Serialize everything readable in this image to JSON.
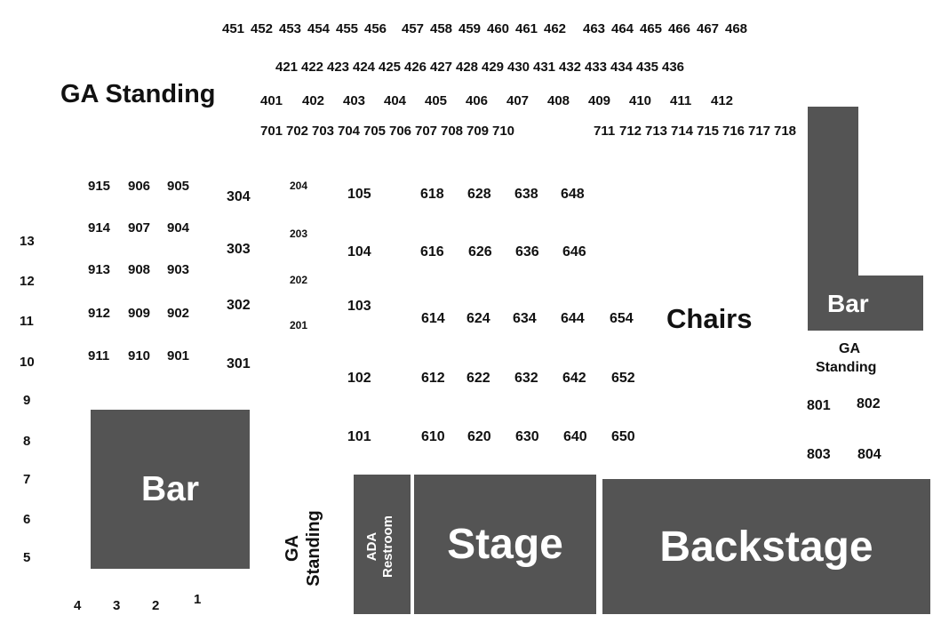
{
  "areas": {
    "ga_top_left": "GA Standing",
    "chairs": "Chairs",
    "bar_left": "Bar",
    "bar_right": "Bar",
    "ga_right_line1": "GA",
    "ga_right_line2": "Standing",
    "ga_bottom_line1": "GA",
    "ga_bottom_line2": "Standing",
    "ada_line1": "ADA",
    "ada_line2": "Restroom",
    "stage": "Stage",
    "backstage": "Backstage"
  },
  "sections": {
    "row450s": [
      "451",
      "452",
      "453",
      "454",
      "455",
      "456",
      "457",
      "458",
      "459",
      "460",
      "461",
      "462",
      "463",
      "464",
      "465",
      "466",
      "467",
      "468"
    ],
    "row420s": [
      "421",
      "422",
      "423",
      "424",
      "425",
      "426",
      "427",
      "428",
      "429",
      "430",
      "431",
      "432",
      "433",
      "434",
      "435",
      "436"
    ],
    "row400s": [
      "401",
      "402",
      "403",
      "404",
      "405",
      "406",
      "407",
      "408",
      "409",
      "410",
      "411",
      "412"
    ],
    "row700s": [
      "701",
      "702",
      "703",
      "704",
      "705",
      "706",
      "707",
      "708",
      "709",
      "710",
      "711",
      "712",
      "713",
      "714",
      "715",
      "716",
      "717",
      "718"
    ],
    "col900_left": [
      "915",
      "914",
      "913",
      "912",
      "911"
    ],
    "col900_mid": [
      "906",
      "907",
      "908",
      "909",
      "910"
    ],
    "col900_right": [
      "905",
      "904",
      "903",
      "902",
      "901"
    ],
    "col300": [
      "304",
      "303",
      "302",
      "301"
    ],
    "col200": [
      "204",
      "203",
      "202",
      "201"
    ],
    "col100": [
      "105",
      "104",
      "103",
      "102",
      "101"
    ],
    "row600_top": [
      "618",
      "628",
      "638",
      "648"
    ],
    "row600_2": [
      "616",
      "626",
      "636",
      "646"
    ],
    "row600_3": [
      "614",
      "624",
      "634",
      "644",
      "654"
    ],
    "row600_4": [
      "612",
      "622",
      "632",
      "642",
      "652"
    ],
    "row600_5": [
      "610",
      "620",
      "630",
      "640",
      "650"
    ],
    "col800": [
      "801",
      "802",
      "803",
      "804"
    ],
    "left_column": [
      "13",
      "12",
      "11",
      "10",
      "9",
      "8",
      "7",
      "6",
      "5"
    ],
    "bottom_row": [
      "4",
      "3",
      "2",
      "1"
    ]
  }
}
